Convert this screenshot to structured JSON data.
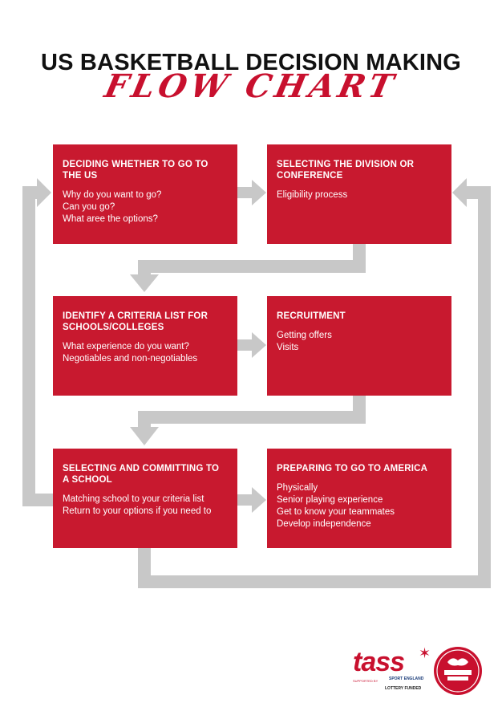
{
  "title": "US BASKETBALL DECISION MAKING",
  "subtitle": "FLOW CHART",
  "boxes": [
    {
      "heading": "DECIDING WHETHER TO GO TO THE US",
      "lines": [
        "Why do you want to go?",
        "Can you go?",
        "What aree the options?"
      ]
    },
    {
      "heading": "SELECTING THE DIVISION OR CONFERENCE",
      "lines": [
        "Eligibility process"
      ]
    },
    {
      "heading": "IDENTIFY A CRITERIA LIST FOR SCHOOLS/COLLEGES",
      "lines": [
        "What experience do you want?",
        "Negotiables and non-negotiables"
      ]
    },
    {
      "heading": "RECRUITMENT",
      "lines": [
        "Getting offers",
        "Visits"
      ]
    },
    {
      "heading": "SELECTING AND COMMITTING TO A SCHOOL",
      "lines": [
        "Matching school to your criteria list",
        "Return to your options if you need to"
      ]
    },
    {
      "heading": "PREPARING TO GO TO AMERICA",
      "lines": [
        "Physically",
        "Senior playing experience",
        "Get to know your teammates",
        "Develop independence"
      ]
    }
  ],
  "logos": {
    "tass": "tass",
    "tass_supported": "SUPPORTED BY",
    "sport_england": "SPORT ENGLAND",
    "lottery": "LOTTERY FUNDED",
    "basketball_england": "BASKETBALL ENGLAND"
  },
  "colors": {
    "box": "#c8192f",
    "arrow": "#c8c8c8",
    "title": "#111111",
    "accent": "#c8102e"
  }
}
